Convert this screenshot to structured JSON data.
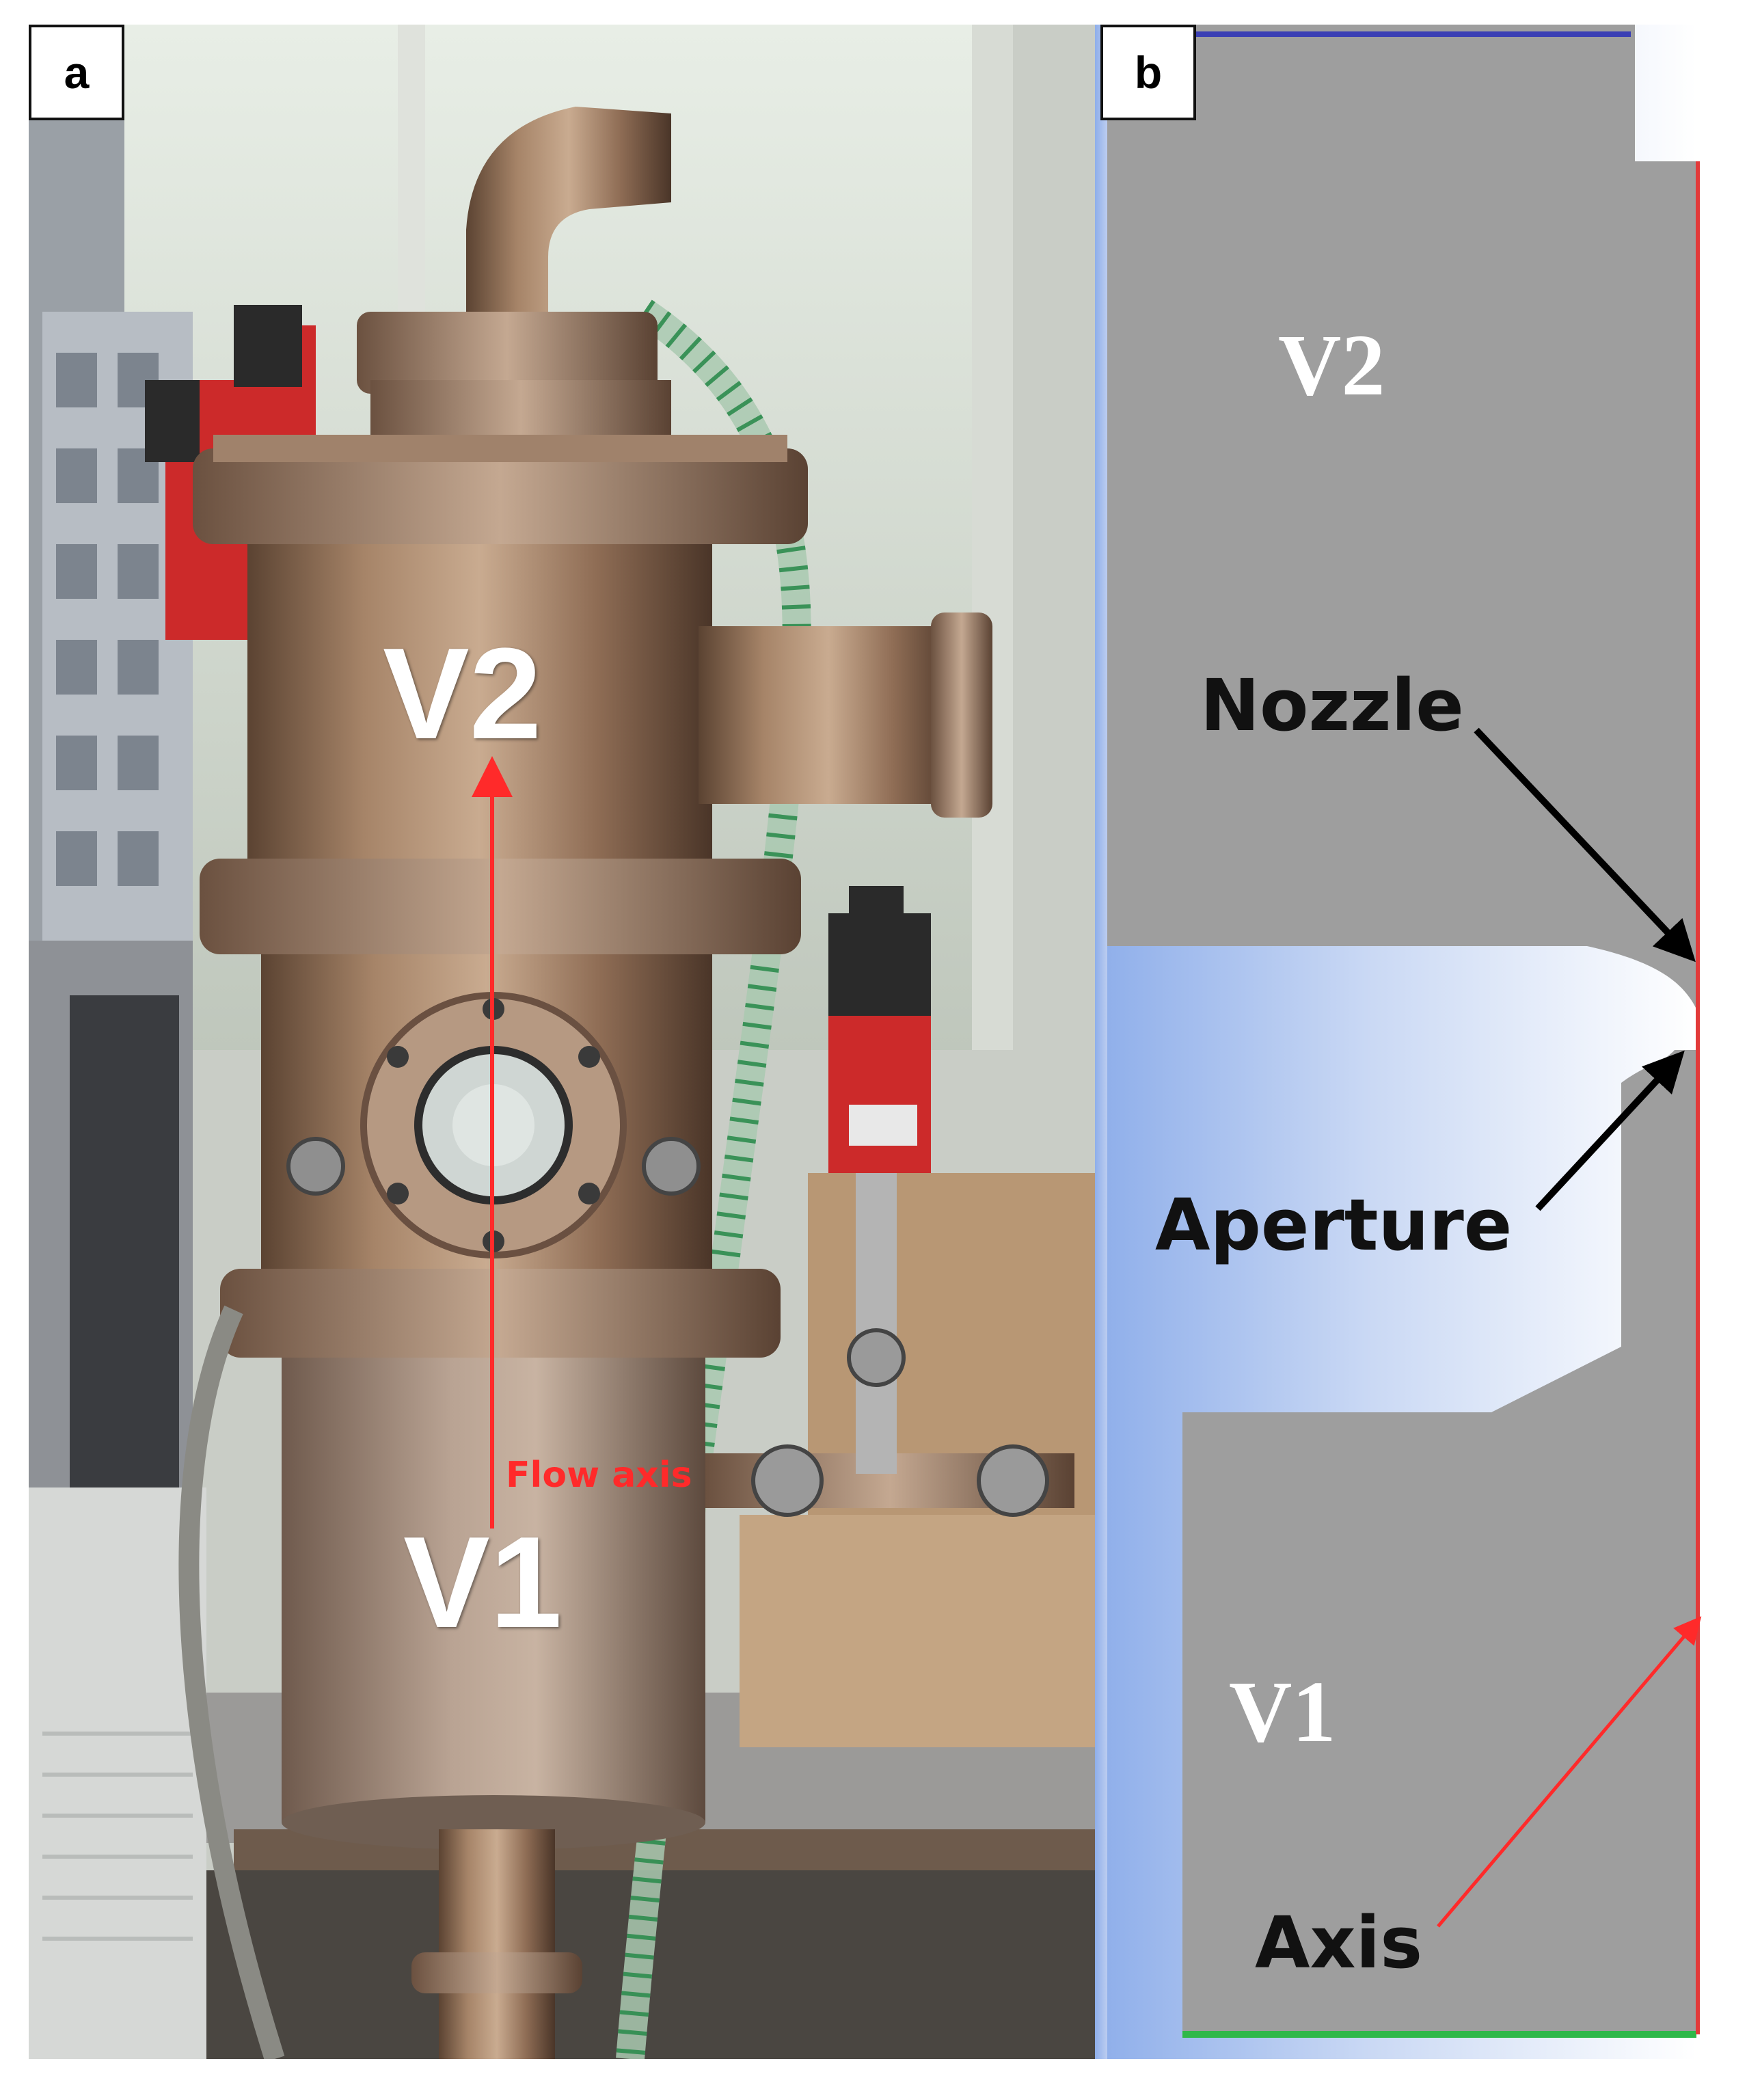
{
  "panel_a": {
    "tag": "a",
    "labels": {
      "upper_volume": "V2",
      "lower_volume": "V1",
      "flow_axis": "Flow axis"
    }
  },
  "panel_b": {
    "tag": "b",
    "labels": {
      "upper_volume": "V2",
      "lower_volume": "V1",
      "nozzle": "Nozzle",
      "aperture": "Aperture",
      "axis": "Axis"
    }
  },
  "colors": {
    "flow_arrow": "#ff2a2a",
    "axis_line": "#e23a3a",
    "solid_region": "#9e9e9e",
    "top_boundary": "#3a3fb4",
    "bottom_boundary": "#2fb84a",
    "left_boundary": "#8fb0ec",
    "annotation_arrow": "#000000"
  }
}
